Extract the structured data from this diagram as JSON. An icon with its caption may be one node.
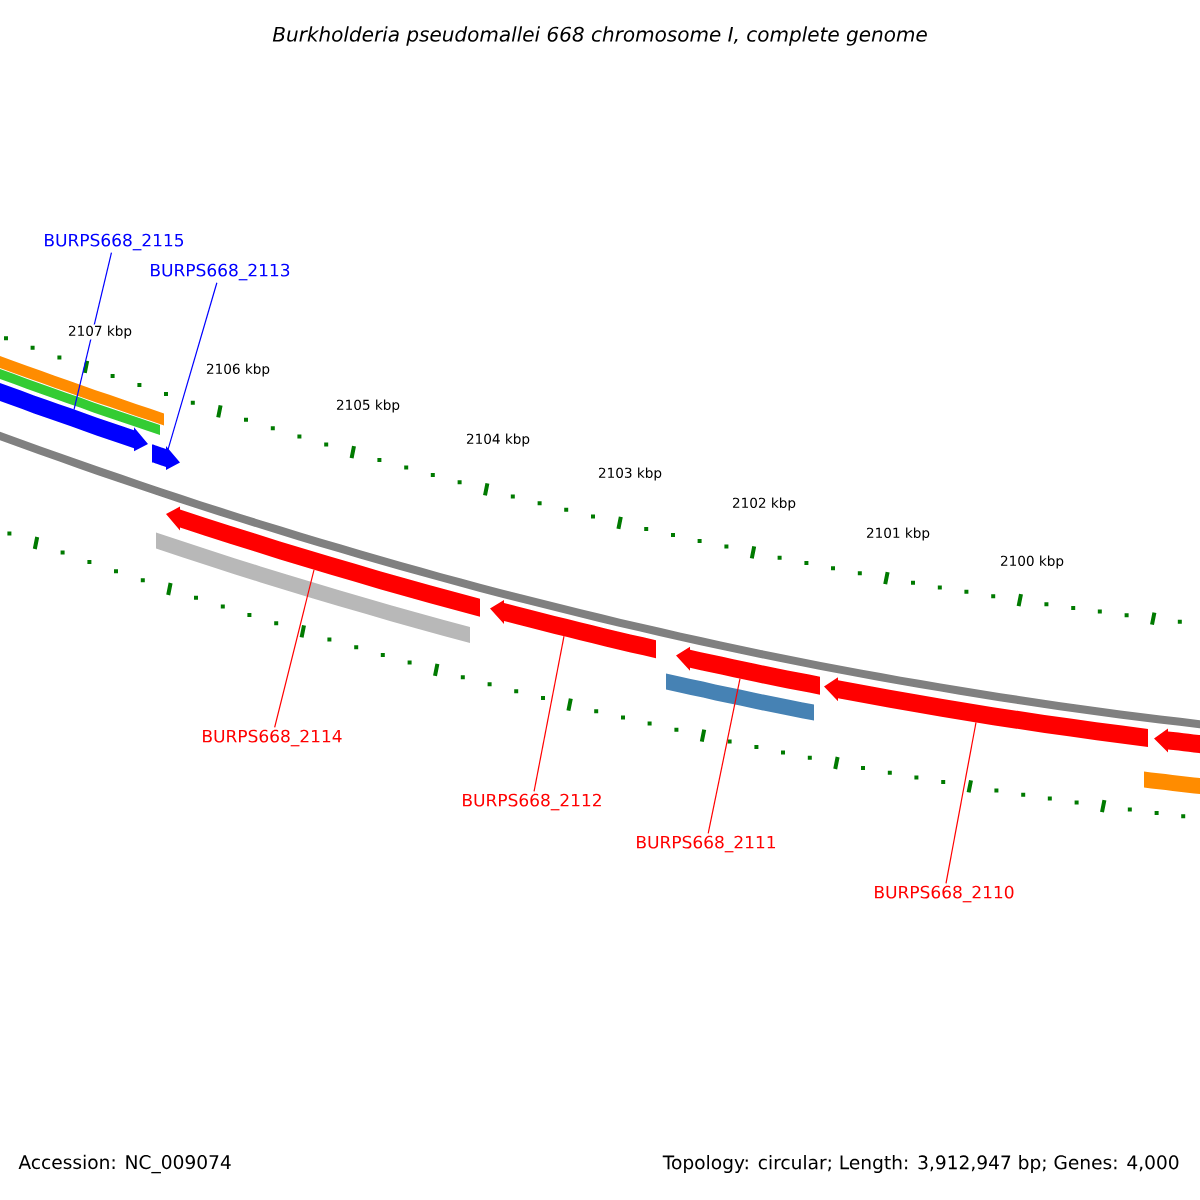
{
  "diagram": {
    "title": "Burkholderia pseudomallei 668 chromosome I, complete genome",
    "nodes": [
      {
        "text": [
          "BURPS668_2115"
        ]
      },
      {
        "text": [
          "BURPS668_2113"
        ]
      },
      {
        "text": [
          "BURPS668_2114"
        ]
      },
      {
        "text": [
          "BURPS668_2112"
        ]
      },
      {
        "text": [
          "BURPS668_2111"
        ]
      },
      {
        "text": [
          "BURPS668_2110"
        ]
      },
      {
        "text": [],
        "shape": "bar"
      },
      {
        "text": [],
        "shape": "bar"
      },
      {
        "text": [],
        "shape": "arrow"
      },
      {
        "text": [],
        "shape": "arrow"
      },
      {
        "text": [],
        "shape": "arrow"
      },
      {
        "text": [],
        "shape": "bar"
      },
      {
        "text": [],
        "shape": "arrow"
      },
      {
        "text": [],
        "shape": "arrow"
      },
      {
        "text": [],
        "shape": "bar"
      },
      {
        "text": [],
        "shape": "arrow"
      },
      {
        "text": [],
        "shape": "arrow"
      },
      {
        "text": [],
        "shape": "bar"
      }
    ],
    "edges": [
      {
        "from": 0,
        "to": 8,
        "arrow": "none",
        "color": "#0000ff"
      },
      {
        "from": 1,
        "to": 9,
        "arrow": "none",
        "color": "#0000ff"
      },
      {
        "from": 2,
        "to": 10,
        "arrow": "none"
      },
      {
        "from": 3,
        "to": 12,
        "arrow": "none"
      },
      {
        "from": 4,
        "to": 13,
        "arrow": "none"
      },
      {
        "from": 5,
        "to": 15,
        "arrow": "none"
      }
    ],
    "labels": [
      "2107 kbp",
      "2106 kbp",
      "2105 kbp",
      "2104 kbp",
      "2103 kbp",
      "2102 kbp",
      "2101 kbp",
      "2100 kbp",
      "Accession: NC_009074",
      "Topology: circular; Length: 3,912,947 bp; Genes: 4,000"
    ]
  }
}
